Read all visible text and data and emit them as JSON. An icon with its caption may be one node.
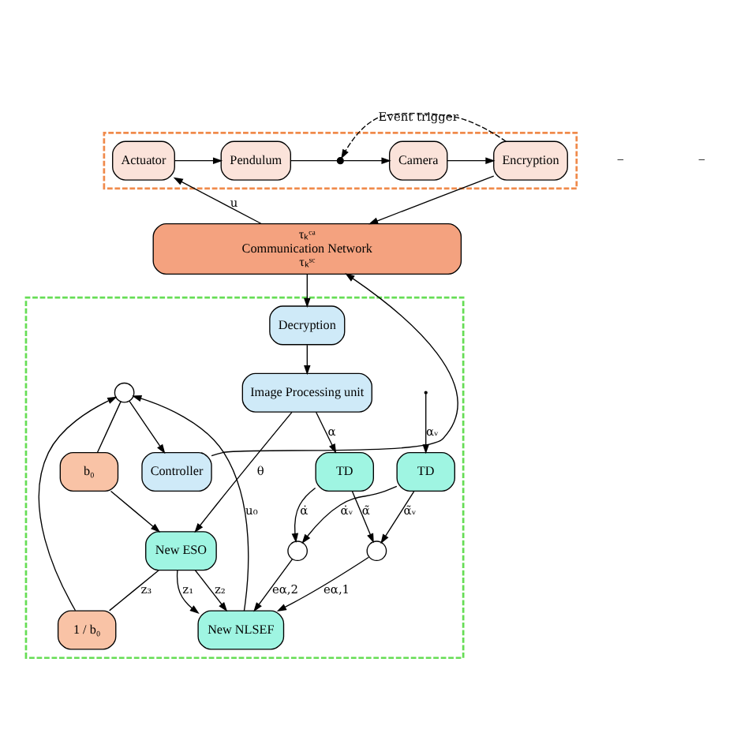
{
  "diagram": {
    "nodes": [
      {
        "text": [],
        "shape": "box"
      },
      {
        "text": [
          "Actuator"
        ],
        "in": 0
      },
      {
        "text": [
          "Pendulum"
        ],
        "in": 0
      },
      {
        "text": [],
        "shape": "switch",
        "in": 0
      },
      {
        "text": [
          "Camera"
        ],
        "in": 0
      },
      {
        "text": [
          "Encryption"
        ],
        "in": 0
      },
      {
        "text": [
          "τₖᶜᵃ",
          "Communication Network",
          "τₖˢᶜ"
        ]
      },
      {
        "text": [],
        "shape": "box"
      },
      {
        "text": [
          "Controller"
        ],
        "in": 7
      },
      {
        "text": [
          "Decryption"
        ],
        "in": 7
      },
      {
        "text": [
          "Image Processing unit"
        ],
        "in": 7
      },
      {
        "text": [
          "TD"
        ],
        "in": 7
      },
      {
        "text": [
          "TD"
        ],
        "in": 7
      },
      {
        "text": [
          "New ESO"
        ],
        "in": 7
      },
      {
        "text": [
          "New NLSEF"
        ],
        "in": 7
      },
      {
        "text": [],
        "shape": "circle",
        "in": 7
      },
      {
        "text": [],
        "shape": "circle",
        "in": 7
      },
      {
        "text": [],
        "shape": "circle",
        "in": 7
      },
      {
        "text": [
          "1 / b₀"
        ],
        "in": 7
      },
      {
        "text": [
          "b₀"
        ],
        "in": 7
      }
    ],
    "edges": [
      {
        "from": 1,
        "to": 2,
        "arrow": "to"
      },
      {
        "from": 2,
        "to": 3,
        "arrow": "none"
      },
      {
        "from": 3,
        "to": 4,
        "arrow": "to"
      },
      {
        "from": 4,
        "to": 5,
        "arrow": "to"
      },
      {
        "from": 5,
        "to": 3,
        "arrow": "to",
        "label": "Event trigger",
        "style": "dashed"
      },
      {
        "from": 5,
        "to": 6,
        "arrow": "to"
      },
      {
        "from": 6,
        "to": 1,
        "arrow": "to",
        "label": "u"
      },
      {
        "from": 8,
        "to": 6,
        "arrow": "to"
      },
      {
        "from": 6,
        "to": 9,
        "arrow": "to"
      },
      {
        "from": 9,
        "to": 10,
        "arrow": "to"
      },
      {
        "from": 10,
        "to": 12,
        "arrow": "to",
        "label": "α"
      },
      {
        "from": 10,
        "to": 13,
        "arrow": "to",
        "label": "θ"
      },
      {
        "from": null,
        "to": 11,
        "arrow": "to",
        "label": "αᵥ"
      },
      {
        "from": 11,
        "to": 15,
        "arrow": "to",
        "label": "α̃ᵥ"
      },
      {
        "from": 11,
        "to": 16,
        "arrow": "to",
        "label": "α̇ᵥ"
      },
      {
        "from": 12,
        "to": 15,
        "arrow": "to",
        "label": "α̃"
      },
      {
        "from": 12,
        "to": 16,
        "arrow": "to",
        "label": "α̇"
      },
      {
        "from": 15,
        "to": 14,
        "arrow": "to",
        "label": "eα,1"
      },
      {
        "from": 16,
        "to": 14,
        "arrow": "to",
        "label": "eα,2"
      },
      {
        "from": 13,
        "to": 14,
        "arrow": "to",
        "label": "z₁"
      },
      {
        "from": 13,
        "to": 14,
        "arrow": "to",
        "label": "z₂"
      },
      {
        "from": 13,
        "to": 18,
        "arrow": "none",
        "label": "z₃"
      },
      {
        "from": 18,
        "to": 17,
        "arrow": "to"
      },
      {
        "from": 14,
        "to": 17,
        "arrow": "to",
        "label": "u₀"
      },
      {
        "from": 17,
        "to": 8,
        "arrow": "to"
      },
      {
        "from": 17,
        "to": 19,
        "arrow": "none"
      },
      {
        "from": 19,
        "to": 13,
        "arrow": "to"
      }
    ],
    "labels": [
      "−",
      "−"
    ]
  }
}
